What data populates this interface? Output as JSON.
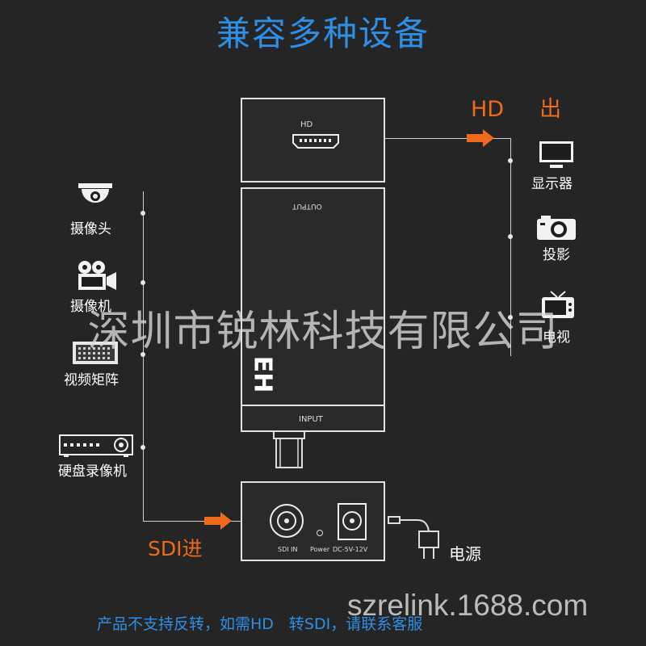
{
  "title": "兼容多种设备",
  "output_label": {
    "prefix": "HD",
    "suffix": "出"
  },
  "input_label": "SDI进",
  "power_label": "电源",
  "left_devices": [
    "摄像头",
    "摄像机",
    "视频矩阵",
    "硬盘录像机"
  ],
  "right_devices": [
    "显示器",
    "投影",
    "电视"
  ],
  "device_top": {
    "port_label": "HD",
    "side_label": "OUTPUT",
    "brand_text": "EH",
    "input_text": "INPUT"
  },
  "device_bottom": {
    "sdi_label": "SDI IN",
    "power_label": "Power",
    "dc_label": "DC-5V-12V"
  },
  "watermark": "深圳市锐林科技有限公司",
  "watermark_url": "szrelink.1688.com",
  "footer_note": "产品不支持反转，如需HD　转SDI，请联系客服",
  "colors": {
    "accent_blue": "#2e8fe6",
    "accent_orange": "#ee6a1c",
    "background": "#252525"
  },
  "icons": [
    "dome-camera-icon",
    "video-camera-icon",
    "video-matrix-icon",
    "dvr-icon",
    "monitor-icon",
    "camera-icon",
    "tv-icon",
    "arrow-right-icon",
    "power-plug-icon"
  ]
}
